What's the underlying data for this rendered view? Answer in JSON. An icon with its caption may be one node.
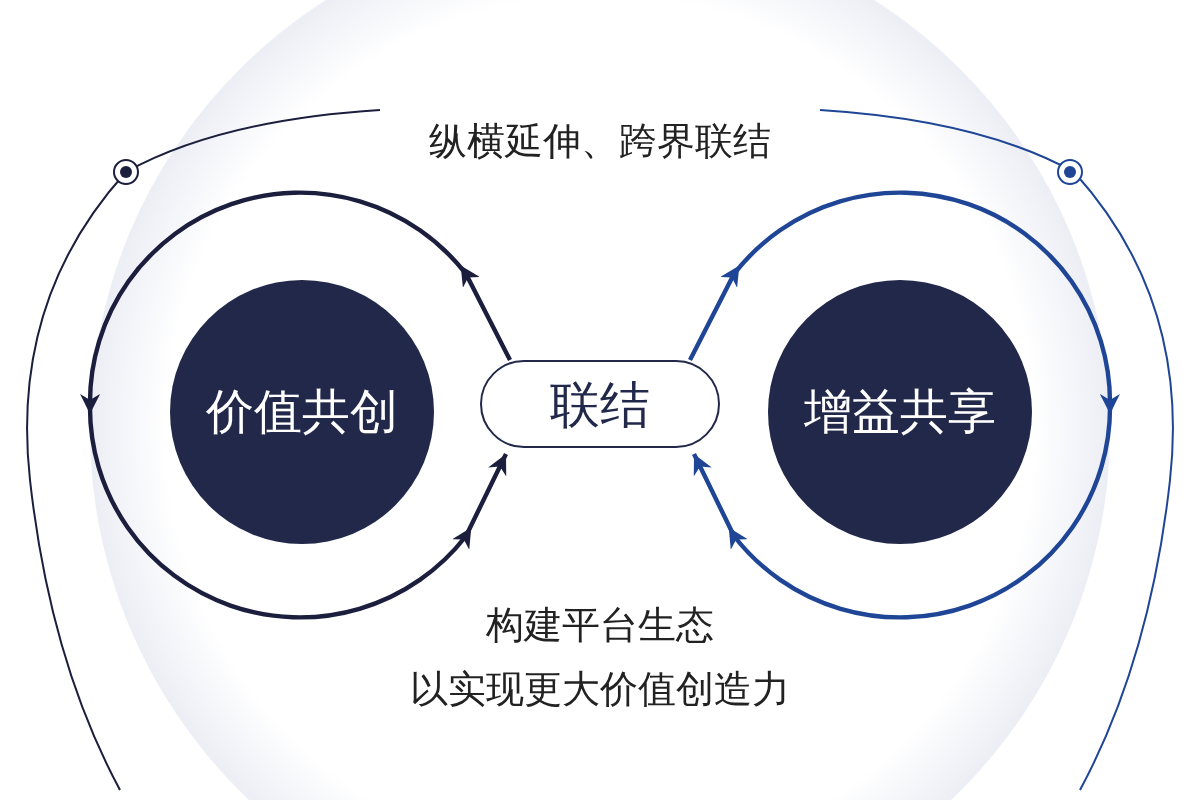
{
  "diagram": {
    "nodes": [
      {
        "text": [
          "价值共创"
        ]
      },
      {
        "text": [
          "联结"
        ]
      },
      {
        "text": [
          "增益共享"
        ]
      }
    ],
    "edges": [
      {
        "from": 1,
        "to": 1,
        "arrow": "to",
        "color": "#1b1e3d"
      },
      {
        "from": 1,
        "to": 1,
        "arrow": "to",
        "color": "#1f4596"
      }
    ],
    "labels": [
      "纵横延伸、跨界联结",
      "构建平台生态",
      "以实现更大价值创造力"
    ]
  }
}
